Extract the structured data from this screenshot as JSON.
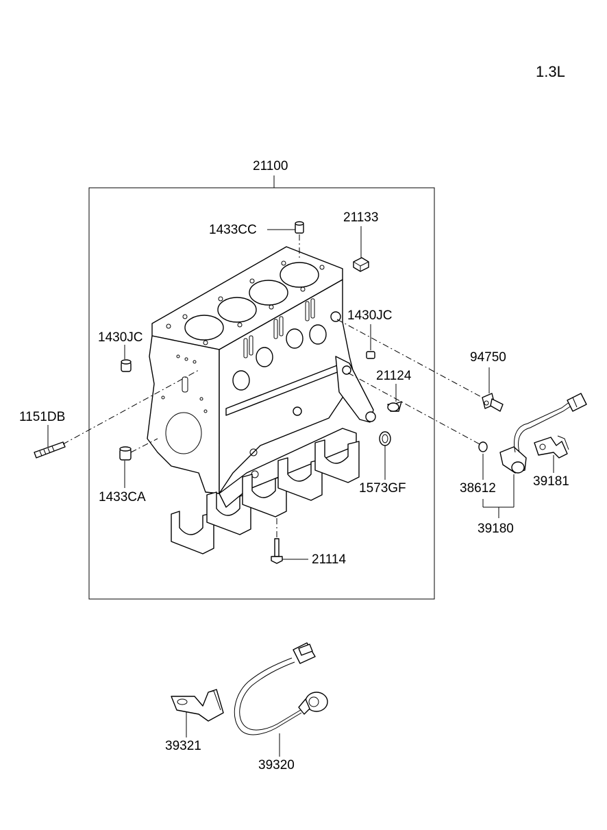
{
  "engine_spec": "1.3L",
  "parts": {
    "p21100": "21100",
    "p1433CC": "1433CC",
    "p21133": "21133",
    "p1430JC_left": "1430JC",
    "p1430JC_right": "1430JC",
    "p94750": "94750",
    "p21124": "21124",
    "p1151DB": "1151DB",
    "p1573GF": "1573GF",
    "p1433CA": "1433CA",
    "p38612": "38612",
    "p39181": "39181",
    "p39180": "39180",
    "p21114": "21114",
    "p39321": "39321",
    "p39320": "39320"
  }
}
